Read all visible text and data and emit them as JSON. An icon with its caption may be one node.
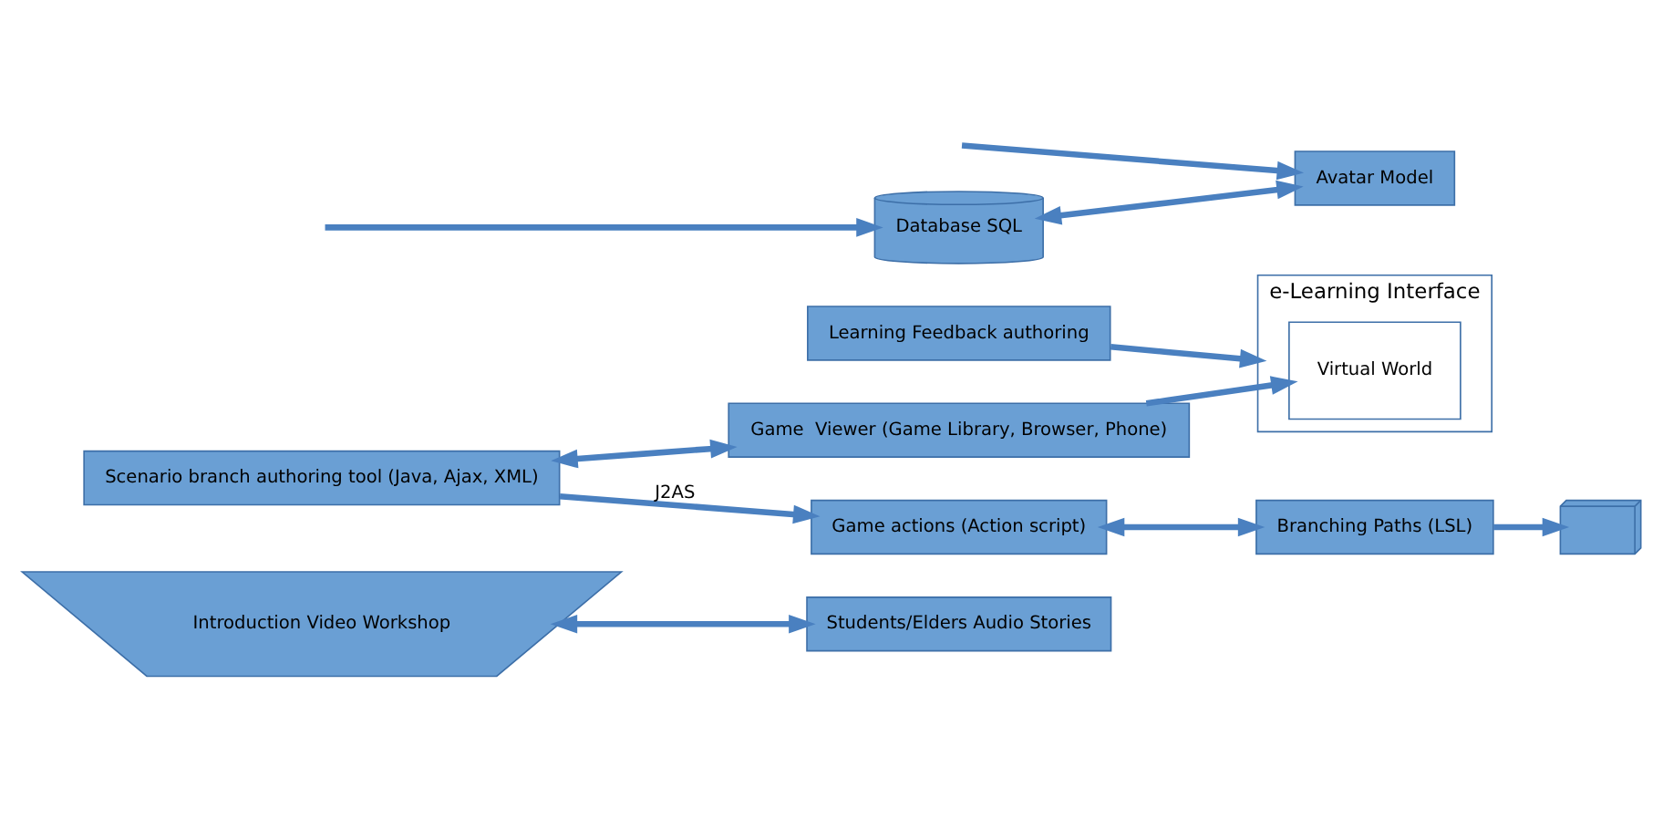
{
  "diagram": {
    "nodes": [
      {
        "text": [
          "Introduction Video Workshop"
        ]
      },
      {
        "text": [
          "Students/Elders Audio Stories"
        ]
      },
      {
        "text": [
          "Learning Feedback authoring"
        ]
      },
      {
        "text": [
          "Database SQL"
        ]
      },
      {
        "text": [
          "Scenario branch authoring tool (Java, Ajax, XML)"
        ]
      },
      {
        "text": [
          "Game  Viewer (Game Library, Browser, Phone)"
        ]
      },
      {
        "text": [
          "e-Learning Interface"
        ]
      },
      {
        "text": [
          "Virtual World"
        ],
        "in": 6
      },
      {
        "text": [
          "Avatar Model"
        ]
      },
      {
        "text": [
          "Game actions (Action script)"
        ]
      },
      {
        "text": [
          "Branching Paths (LSL)"
        ]
      },
      {
        "text": [],
        "shape": "box"
      }
    ],
    "edges": [
      {
        "from": 0,
        "to": 1,
        "arrow": "both"
      },
      {
        "from": null,
        "to": 3,
        "arrow": "to"
      },
      {
        "from": 4,
        "to": 5,
        "arrow": "both"
      },
      {
        "from": 3,
        "to": 8,
        "arrow": "both"
      },
      {
        "from": 2,
        "to": 6,
        "arrow": "to"
      },
      {
        "from": 5,
        "to": 7,
        "arrow": "to"
      },
      {
        "from": 4,
        "to": 9,
        "arrow": "to",
        "label": "J2AS"
      },
      {
        "from": 9,
        "to": 10,
        "arrow": "both"
      },
      {
        "from": null,
        "to": 8,
        "arrow": "to"
      },
      {
        "from": 10,
        "to": 11,
        "arrow": "to"
      }
    ]
  }
}
